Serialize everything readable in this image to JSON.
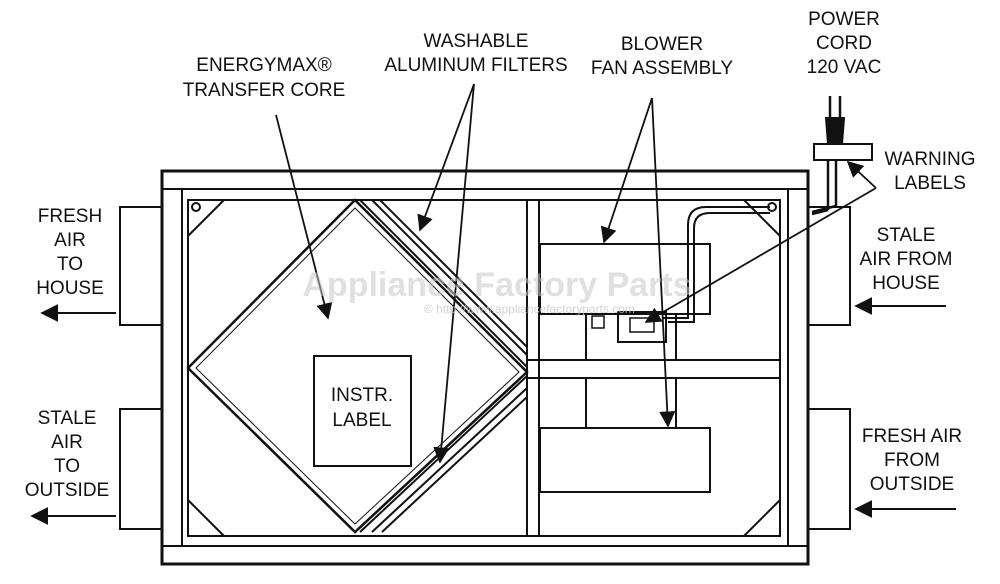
{
  "labels": {
    "core": [
      "ENERGYMAX®",
      "TRANSFER CORE"
    ],
    "filters": [
      "WASHABLE",
      "ALUMINUM FILTERS"
    ],
    "blower": [
      "BLOWER",
      "FAN ASSEMBLY"
    ],
    "power": [
      "POWER",
      "CORD",
      "120 VAC"
    ],
    "warning": [
      "WARNING",
      "LABELS"
    ],
    "fresh_to_house": [
      "FRESH",
      "AIR",
      "TO",
      "HOUSE"
    ],
    "stale_from_house": [
      "STALE",
      "AIR FROM",
      "HOUSE"
    ],
    "stale_to_outside": [
      "STALE",
      "AIR",
      "TO",
      "OUTSIDE"
    ],
    "fresh_from_outside": [
      "FRESH AIR",
      "FROM",
      "OUTSIDE"
    ],
    "instr_label": [
      "INSTR.",
      "LABEL"
    ]
  },
  "watermark": {
    "text": "Appliance Factory Parts",
    "sub": "© http://www.appliancefactoryparts.com"
  }
}
